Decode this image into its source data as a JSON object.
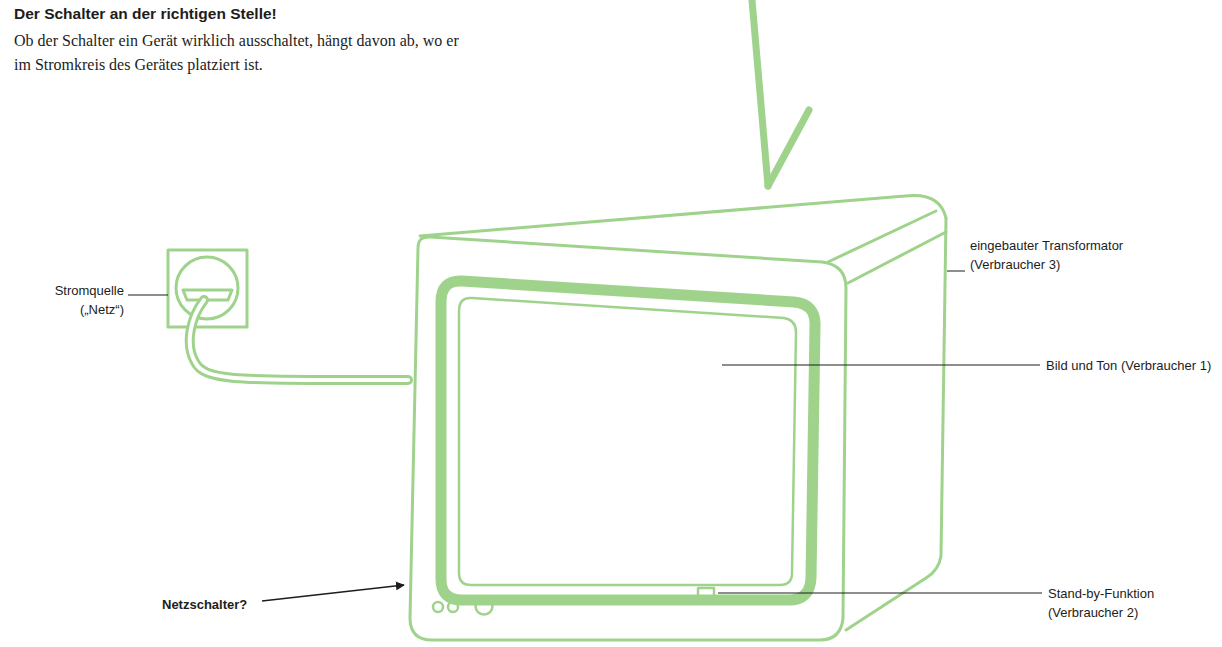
{
  "diagram": {
    "title": "Der Schalter an der richtigen Stelle!",
    "labels": [
      "Ob der Schalter ein Gerät wirklich ausschaltet, hängt davon ab, wo er im Stromkreis des Gerätes platziert ist.",
      "Stromquelle („Netz“)",
      "eingebauter Transformator (Verbraucher 3)",
      "Bild und Ton (Verbraucher 1)",
      "Netzschalter?",
      "Stand-by-Funktion (Verbraucher 2)"
    ]
  }
}
